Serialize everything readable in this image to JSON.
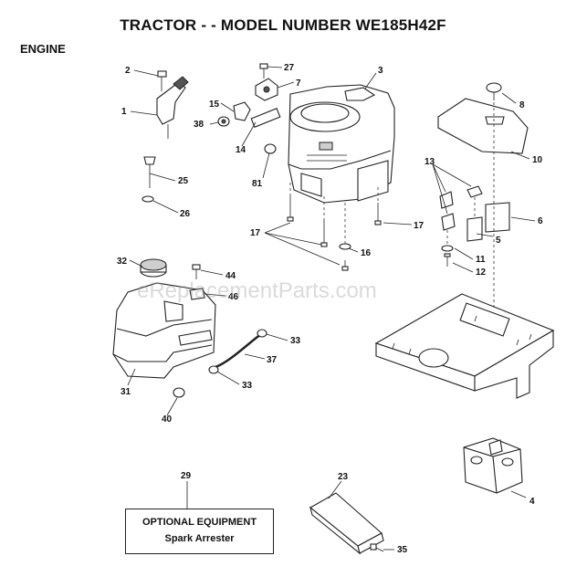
{
  "header": {
    "title": "TRACTOR - - MODEL NUMBER WE185H42F",
    "section": "ENGINE"
  },
  "watermark": "eReplacementParts.com",
  "optional_box": {
    "title": "OPTIONAL EQUIPMENT",
    "item": "Spark Arrester"
  },
  "callouts": {
    "c1": "1",
    "c2": "2",
    "c3": "3",
    "c4": "4",
    "c5": "5",
    "c6": "6",
    "c7": "7",
    "c8": "8",
    "c10": "10",
    "c11": "11",
    "c12": "12",
    "c13": "13",
    "c14": "14",
    "c15": "15",
    "c16": "16",
    "c17a": "17",
    "c17b": "17",
    "c23": "23",
    "c25": "25",
    "c26": "26",
    "c27": "27",
    "c29": "29",
    "c31": "31",
    "c32": "32",
    "c33a": "33",
    "c33b": "33",
    "c35": "35",
    "c37": "37",
    "c38": "38",
    "c40": "40",
    "c44": "44",
    "c46": "46",
    "c81": "81"
  }
}
